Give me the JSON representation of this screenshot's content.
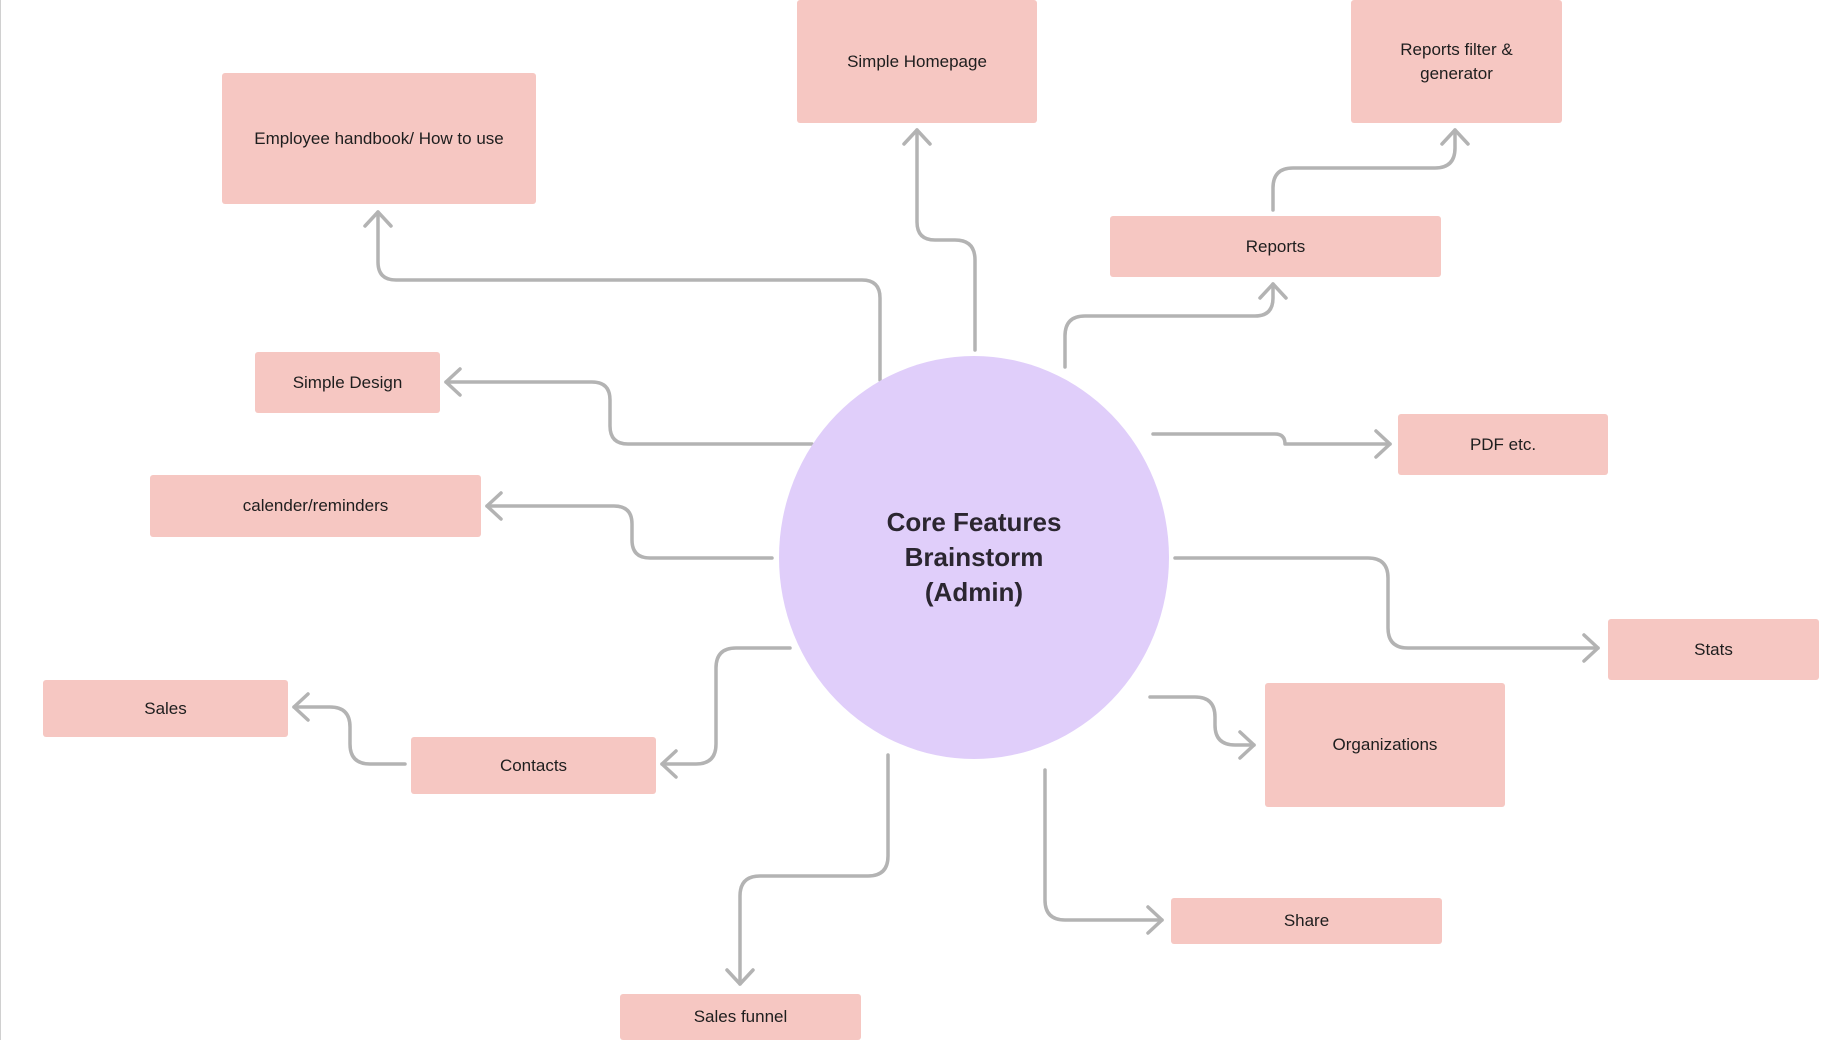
{
  "center": {
    "lines": [
      "Core Features",
      "Brainstorm",
      "(Admin)"
    ]
  },
  "nodes": {
    "employee_handbook": "Employee handbook/ How to use",
    "simple_homepage": "Simple Homepage",
    "reports_filter": "Reports filter & generator",
    "reports": "Reports",
    "simple_design": "Simple Design",
    "pdf": "PDF etc.",
    "calender": "calender/reminders",
    "stats": "Stats",
    "sales": "Sales",
    "contacts": "Contacts",
    "organizations": "Organizations",
    "share": "Share",
    "sales_funnel": "Sales funnel"
  },
  "colors": {
    "node": "#f6c7c2",
    "center": "#e0cefa",
    "connector": "#b3b3b3"
  }
}
